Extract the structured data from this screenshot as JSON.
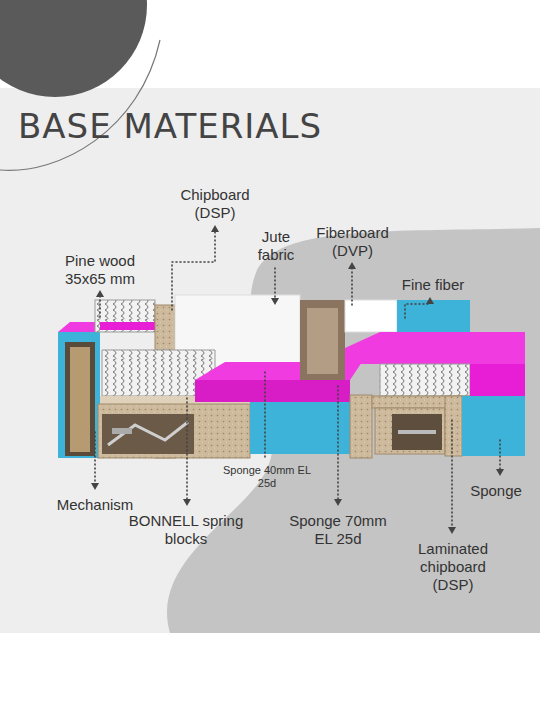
{
  "diagram": {
    "title": "BASE MATERIALS",
    "labels": [
      "Chipboard (DSP)",
      "Pine wood 35x65 mm",
      "Jute fabric",
      "Fiberboard (DVP)",
      "Fine fiber",
      "Mechanism",
      "BONNELL spring blocks",
      "Sponge 40mm EL 25d",
      "Sponge 70mm EL 25d",
      "Sponge",
      "Laminated chipboard (DSP)"
    ]
  }
}
